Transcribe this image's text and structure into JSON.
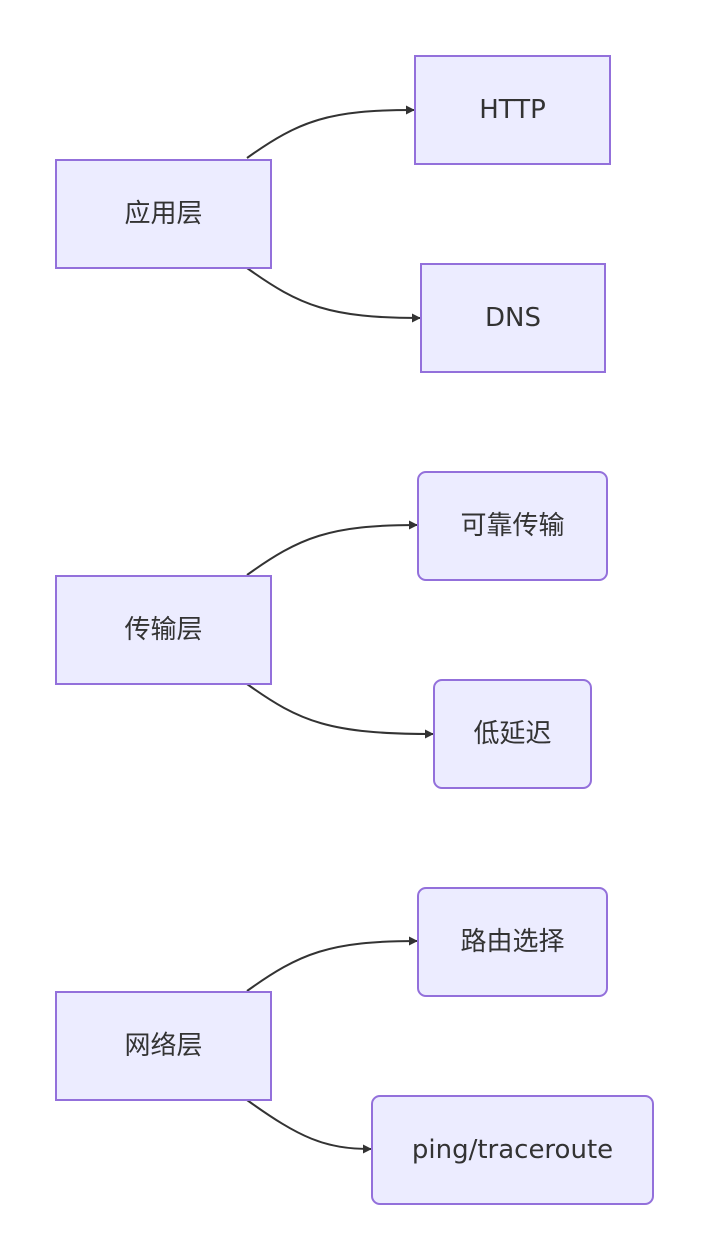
{
  "diagram": {
    "colors": {
      "node_fill": "#ECECFF",
      "node_border": "#9370DB",
      "edge": "#333333",
      "text": "#333333"
    },
    "groups": [
      {
        "layer": {
          "label": "应用层",
          "shape": "rect"
        },
        "children": [
          {
            "label": "HTTP",
            "shape": "rect"
          },
          {
            "label": "DNS",
            "shape": "rect"
          }
        ]
      },
      {
        "layer": {
          "label": "传输层",
          "shape": "rect"
        },
        "children": [
          {
            "label": "可靠传输",
            "shape": "rounded"
          },
          {
            "label": "低延迟",
            "shape": "rounded"
          }
        ]
      },
      {
        "layer": {
          "label": "网络层",
          "shape": "rect"
        },
        "children": [
          {
            "label": "路由选择",
            "shape": "rounded"
          },
          {
            "label": "ping/traceroute",
            "shape": "rounded"
          }
        ]
      }
    ]
  }
}
